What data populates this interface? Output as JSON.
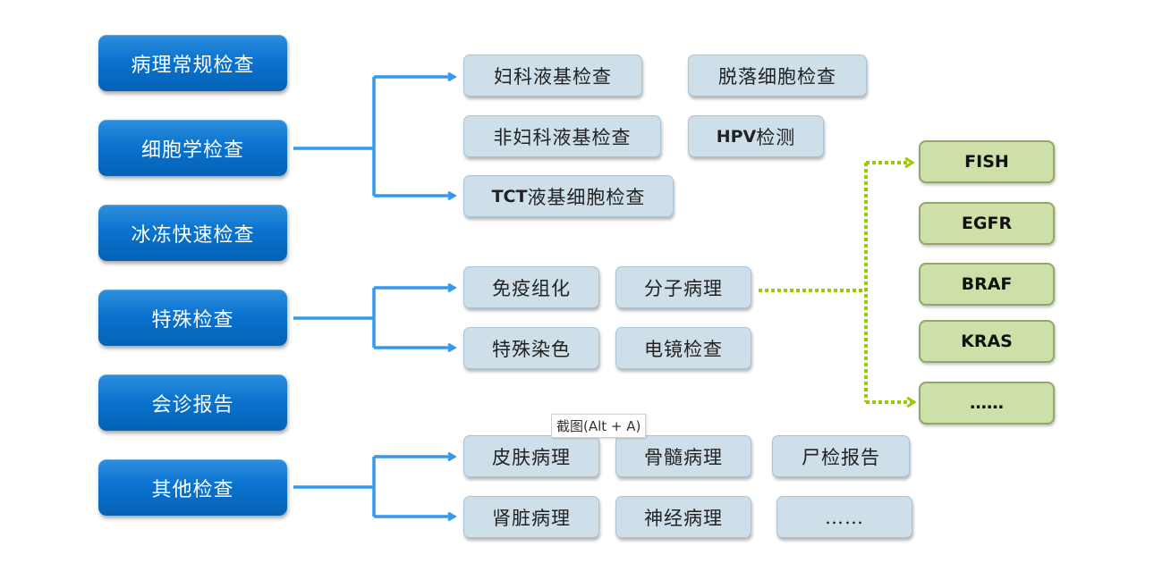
{
  "main_categories": [
    {
      "label": "病理常规检查"
    },
    {
      "label": "细胞学检查"
    },
    {
      "label": "冰冻快速检查"
    },
    {
      "label": "特殊检查"
    },
    {
      "label": "会诊报告"
    },
    {
      "label": "其他检查"
    }
  ],
  "cytology_items": [
    {
      "label": "妇科液基检查"
    },
    {
      "label": "脱落细胞检查"
    },
    {
      "label": "非妇科液基检查"
    },
    {
      "label_prefix": "HPV",
      "label": "检测"
    },
    {
      "label_prefix": "TCT",
      "label": "液基细胞检查"
    }
  ],
  "special_items": [
    {
      "label": "免疫组化"
    },
    {
      "label": "分子病理"
    },
    {
      "label": "特殊染色"
    },
    {
      "label": "电镜检查"
    }
  ],
  "molecular_items": [
    {
      "label": "FISH"
    },
    {
      "label": "EGFR"
    },
    {
      "label": "BRAF"
    },
    {
      "label": "KRAS"
    },
    {
      "label": "……"
    }
  ],
  "other_items": [
    {
      "label": "皮肤病理"
    },
    {
      "label": "骨髓病理"
    },
    {
      "label": "尸检报告"
    },
    {
      "label": "肾脏病理"
    },
    {
      "label": "神经病理"
    },
    {
      "label": "……"
    }
  ],
  "tooltip": {
    "text": "截图(Alt + A)"
  },
  "colors": {
    "main_box": "#0a73cf",
    "sub_box": "#cfdfea",
    "green_box": "#cde0a8",
    "blue_connector": "#3399ee",
    "green_connector": "#99cc00"
  }
}
